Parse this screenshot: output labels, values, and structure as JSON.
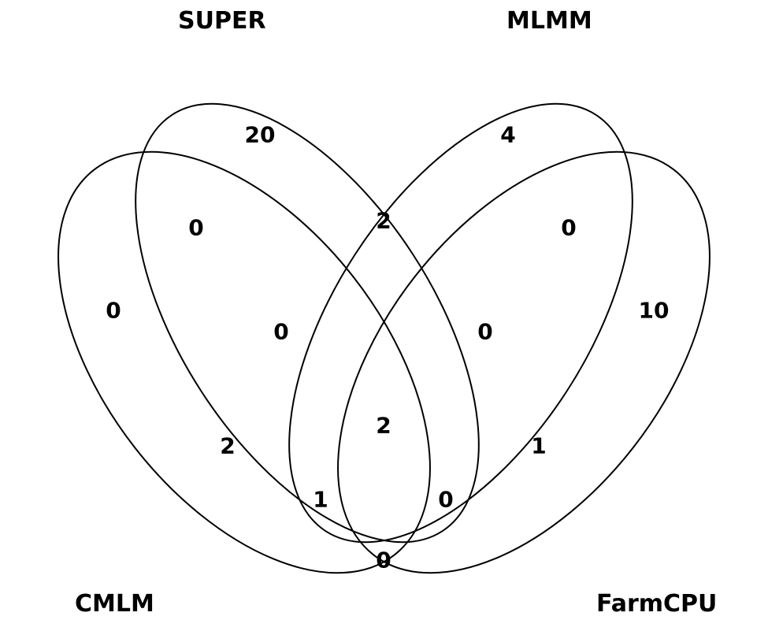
{
  "sets": {
    "super": "SUPER",
    "mlmm": "MLMM",
    "cmlm": "CMLM",
    "farmcpu": "FarmCPU"
  },
  "regions": {
    "cmlm_only": "0",
    "super_only": "20",
    "mlmm_only": "4",
    "farmcpu_only": "10",
    "cmlm_super": "0",
    "super_mlmm": "2",
    "mlmm_farmcpu": "0",
    "cmlm_super_mlmm": "0",
    "super_mlmm_farmcpu": "0",
    "cmlm_mlmm": "2",
    "all_four": "2",
    "super_farmcpu": "1",
    "cmlm_mlmm_farmcpu": "1",
    "cmlm_super_farmcpu": "0",
    "cmlm_farmcpu": "0"
  }
}
